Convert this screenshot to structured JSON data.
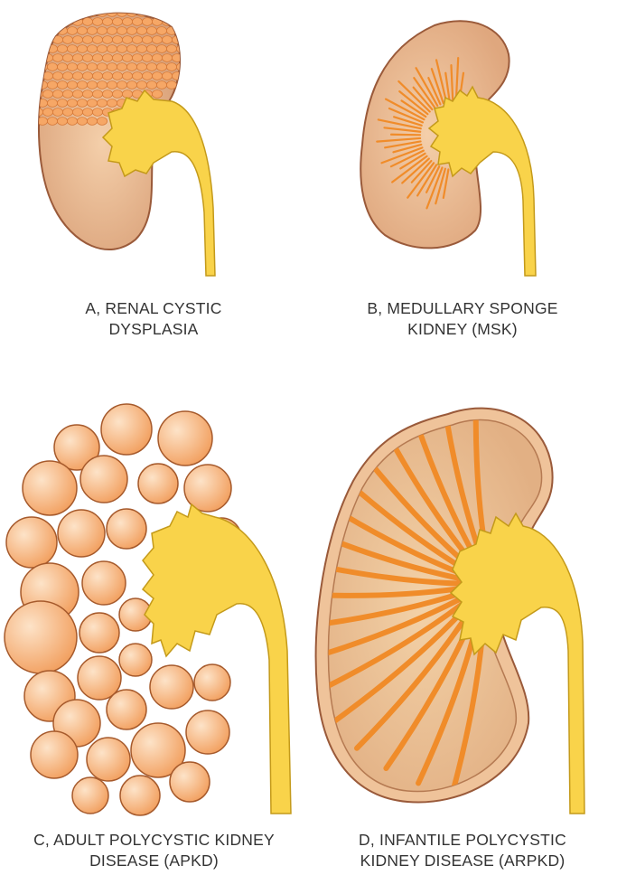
{
  "panels": [
    {
      "id": "A",
      "line1": "A, RENAL CYSTIC",
      "line2": "DYSPLASIA"
    },
    {
      "id": "B",
      "line1": "B, MEDULLARY SPONGE",
      "line2": "KIDNEY (MSK)"
    },
    {
      "id": "C",
      "line1": "C, ADULT POLYCYSTIC KIDNEY",
      "line2": "DISEASE (APKD)"
    },
    {
      "id": "D",
      "line1": "D, INFANTILE POLYCYSTIC",
      "line2": "KIDNEY DISEASE (ARPKD)"
    }
  ],
  "colors": {
    "kidney_fill": "#e9b98f",
    "kidney_outline": "#9a5a3a",
    "cyst_fill": "#f6a766",
    "pelvis_fill": "#f9d34a",
    "pelvis_outline": "#c49a1a",
    "streak": "#f08c2a"
  }
}
